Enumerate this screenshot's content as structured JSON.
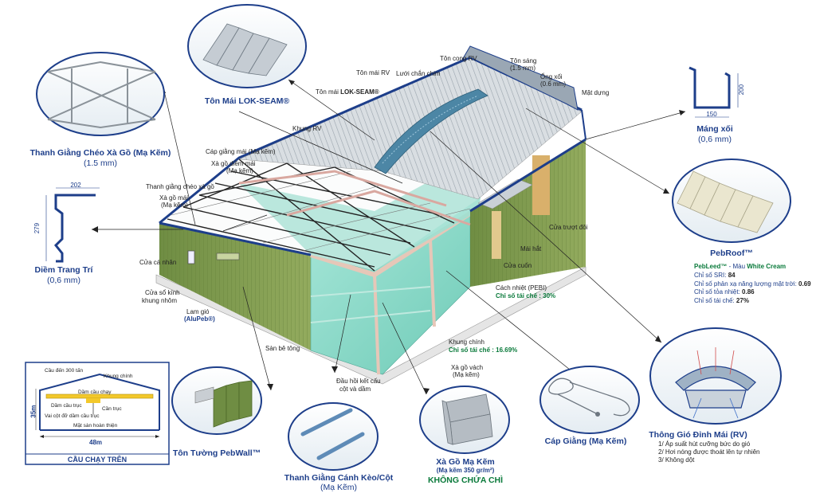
{
  "products": {
    "lokseam": "Tôn Mái LOK-SEAM®",
    "thanh_giang_cheo": [
      "Thanh Giằng Chéo Xà Gồ (Mạ Kẽm)",
      "(1.5 mm)"
    ],
    "diem_trang_tri": [
      "Diềm Trang Trí",
      "(0,6 mm)"
    ],
    "mang_xoi": [
      "Máng xối",
      "(0,6 mm)"
    ],
    "pebroof": "PebRoof™",
    "pebwall": "Tôn Tường PebWall™",
    "thanh_giang_canh": [
      "Thanh Giằng Cánh Kèo/Cột",
      "(Mạ Kẽm)"
    ],
    "xa_go": [
      "Xà Gồ Mạ Kẽm",
      "(Mạ kẽm 350 gr/m²)",
      "KHÔNG CHỨA CHÌ"
    ],
    "cap_giang": "Cáp Giằng (Mạ Kẽm)",
    "thong_gio": "Thông Gió Đỉnh Mái (RV)",
    "cau_chay": "CẦU CHẠY TRÊN"
  },
  "dims": {
    "dt_w": "202",
    "dt_h": "279",
    "mx_w": "150",
    "mx_h": "200",
    "cc_h": "35m",
    "cc_w": "48m"
  },
  "pebroof_spec": {
    "line1_a": "PebLeed™",
    "line1_b": " - Màu ",
    "line1_c": "White Cream",
    "sri_label": "Chỉ số SRI: ",
    "sri": "84",
    "refl_label": "Chỉ số phản xạ năng lượng mặt trời: ",
    "refl": "0.69",
    "emit_label": "Chỉ số tỏa nhiệt: ",
    "emit": "0.86",
    "rec_label": "Chỉ số tái chế: ",
    "rec": "27%"
  },
  "thong_gio_notes": [
    "1/ Áp suất hút cưỡng bức do gió",
    "2/ Hơi nóng được thoát lên tự nhiên",
    "3/ Không dột"
  ],
  "crane": {
    "cau_den": "Cầu đến 300 tấn",
    "khung_chinh": "Khung chính",
    "dam_cau_chay": "Dầm cầu chạy",
    "dam_cau_truc": "Dầm cầu trục",
    "can_truc": "Cần trục",
    "vai_cot": "Vai cột đỡ dầm cầu trục",
    "mat_san": "Mặt sàn hoàn thiện"
  },
  "labels": {
    "ton_mai_rv": "Tôn mái RV",
    "ton_cong_rv": "Tôn cong RV",
    "luoi_chan_chim": "Lưới chắn chim",
    "ton_sang": [
      "Tôn sáng",
      "(1.5 mm)"
    ],
    "ong_xoi": [
      "Ống xối",
      "(0.6 mm)"
    ],
    "mat_dung": "Mặt dựng",
    "ton_mai_lokseam_a": "Tôn mái ",
    "ton_mai_lokseam_b": "LOK-SEAM®",
    "khung_rv": "Khung RV",
    "cap_giang_mai": "Cáp giằng mái (Mạ kẽm)",
    "xa_go_diem_mai": [
      "Xà gồ diềm mái",
      "(Mạ kẽm)"
    ],
    "thanh_giang_cheo_xa_go": "Thanh giằng chéo xà gồ",
    "xa_go_mai": [
      "Xà gồ mái",
      "(Mạ kẽm)"
    ],
    "cua_ca_nhan": "Cửa cá nhân",
    "cua_so_kinh": [
      "Cửa sổ kính",
      "khung nhôm"
    ],
    "lam_gio": "Lam gió",
    "alupeb": "(AluPeb®)",
    "san_be_tong": "Sàn bê tông",
    "dau_hoi": [
      "Đầu hồi kết cấu",
      "cột và dầm"
    ],
    "cua_truot_doi": "Cửa trượt đôi",
    "mai_hat": "Mái hắt",
    "cua_cuon": "Cửa cuốn",
    "cach_nhiet": "Cách nhiệt (PEBI)",
    "cach_nhiet_rec": "Chỉ số tái chế : 30%",
    "khung_chinh": "Khung chính",
    "khung_chinh_rec": "Chỉ số tái chế : 16.69%",
    "xa_go_vach": [
      "Xà gồ vách",
      "(Mạ kẽm)"
    ]
  },
  "colors": {
    "navy": "#1d3e8a",
    "wall_green": "#7f9c4d",
    "glass": "#8fd9c9",
    "roof": "#cfd6dc",
    "green_text": "#0a7a3b"
  }
}
